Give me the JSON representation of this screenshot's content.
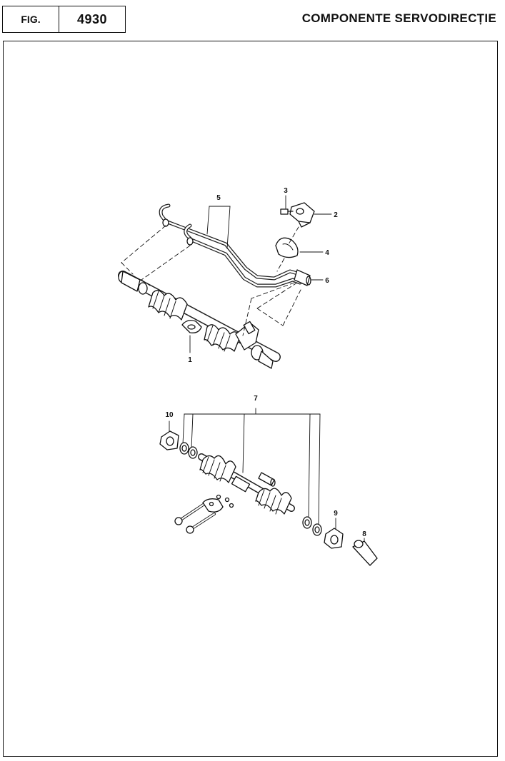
{
  "header": {
    "fig_label": "FIG.",
    "fig_number": "4930",
    "title": "COMPONENTE SERVODIRECȚIE"
  },
  "callouts": {
    "upper": [
      "1",
      "2",
      "3",
      "4",
      "5",
      "6"
    ],
    "lower": [
      "7",
      "8",
      "9",
      "10"
    ]
  }
}
